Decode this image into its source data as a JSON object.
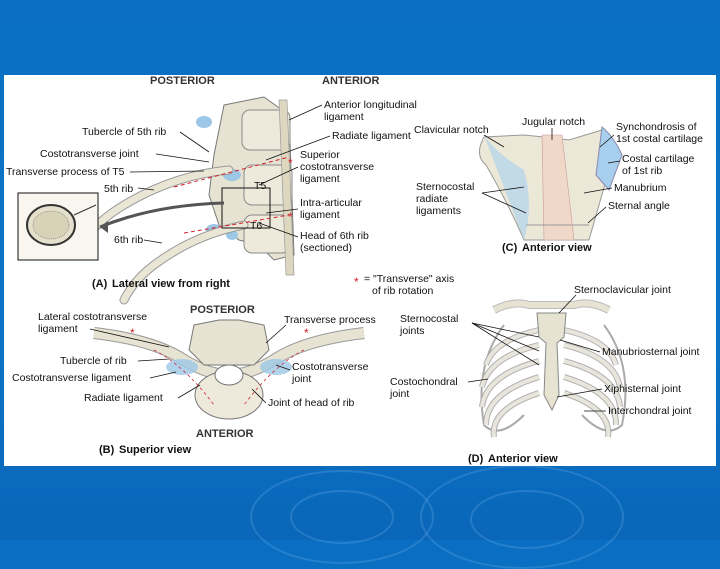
{
  "panel_a": {
    "posterior": "POSTERIOR",
    "anterior": "ANTERIOR",
    "labels": {
      "tubercle": "Tubercle of 5th rib",
      "costotransverse_joint": "Costotransverse joint",
      "transverse_process_t5": "Transverse process of T5",
      "rib5": "5th rib",
      "rib6": "6th rib",
      "ant_long_1": "Anterior longitudinal",
      "ant_long_2": "ligament",
      "radiate": "Radiate ligament",
      "sup_ct_1": "Superior",
      "sup_ct_2": "costotransverse",
      "sup_ct_3": "ligament",
      "intra_1": "Intra-articular",
      "intra_2": "ligament",
      "head6_1": "Head of 6th rib",
      "head6_2": "(sectioned)",
      "t5": "T5",
      "t6": "T6"
    },
    "caption_letter": "(A)",
    "caption": "Lateral view from right",
    "axis_note_1": "= \"Transverse\" axis",
    "axis_note_2": "of rib rotation"
  },
  "panel_b": {
    "posterior": "POSTERIOR",
    "anterior": "ANTERIOR",
    "labels": {
      "lat_ct_1": "Lateral costotransverse",
      "lat_ct_2": "ligament",
      "tubercle": "Tubercle of rib",
      "ct_lig": "Costotransverse ligament",
      "radiate": "Radiate ligament",
      "transverse_process": "Transverse process",
      "ct_joint_1": "Costotransverse",
      "ct_joint_2": "joint",
      "joint_head": "Joint of head of rib"
    },
    "caption_letter": "(B)",
    "caption": "Superior view"
  },
  "panel_c": {
    "labels": {
      "clavicular_notch": "Clavicular notch",
      "jugular_notch": "Jugular notch",
      "synch_1": "Synchondrosis of",
      "synch_2": "1st costal cartilage",
      "costal_cart_1": "Costal cartilage",
      "costal_cart_2": "of 1st rib",
      "manubrium": "Manubrium",
      "sternal_angle": "Sternal angle",
      "sternocostal_1": "Sternocostal",
      "sternocostal_2": "radiate",
      "sternocostal_3": "ligaments"
    },
    "caption_letter": "(C)",
    "caption": "Anterior view"
  },
  "panel_d": {
    "labels": {
      "sternoclavicular": "Sternoclavicular joint",
      "sternocostal_1": "Sternocostal",
      "sternocostal_2": "joints",
      "manubriosternal": "Manubriosternal joint",
      "costochondral_1": "Costochondral",
      "costochondral_2": "joint",
      "xiphisternal": "Xiphisternal joint",
      "interchondral": "Interchondral joint"
    },
    "caption_letter": "(D)",
    "caption": "Anterior view"
  },
  "colors": {
    "background": "#0a6fc2",
    "panel": "#ffffff",
    "bone": "#e6e3d2",
    "ligament_blue": "#9cc7e6",
    "axis_red": "#d0202a"
  }
}
